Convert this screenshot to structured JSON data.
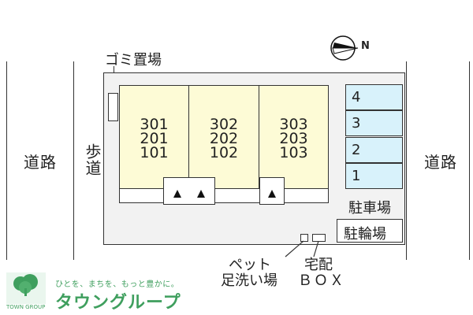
{
  "roads": {
    "left_label": "道路",
    "right_label": "道路",
    "sidewalk_label": "歩道"
  },
  "garbage": {
    "label": "ゴミ置場"
  },
  "compass": {
    "north_label": "N"
  },
  "units": [
    {
      "rooms": [
        "301",
        "201",
        "101"
      ]
    },
    {
      "rooms": [
        "302",
        "202",
        "102"
      ]
    },
    {
      "rooms": [
        "303",
        "203",
        "103"
      ]
    }
  ],
  "parking": {
    "bays": [
      "4",
      "3",
      "2",
      "1"
    ],
    "label": "駐車場"
  },
  "bicycle_parking": {
    "label": "駐輪場"
  },
  "pet_wash": {
    "line1": "ペット",
    "line2": "足洗い場"
  },
  "delivery_box": {
    "line1": "宅配",
    "line2": "ＢＯＸ"
  },
  "logo": {
    "tagline": "ひとを、まちを、もっと豊かに。",
    "name": "タウングループ",
    "emblem_text": "TOWN GROUP"
  },
  "colors": {
    "unit_fill": "#fdfbd6",
    "parking_fill": "#d8f2fb",
    "lot_fill": "#f2f2f2",
    "logo_green": "#3f9f5e"
  }
}
